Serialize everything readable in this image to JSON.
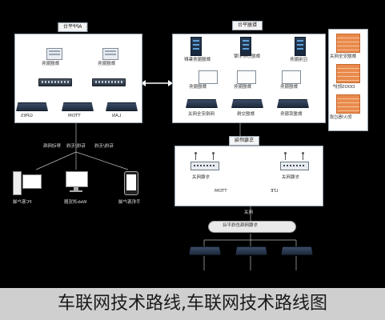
{
  "left_panel": {
    "title": "APP平台",
    "servers": [
      {
        "label": "数据服务"
      },
      {
        "label": "数据服务"
      }
    ],
    "protocols": [
      "GPRS",
      "TTDM",
      "LAN"
    ]
  },
  "right_panel": {
    "title": "数据平台",
    "servers": [
      {
        "label": "数据服务集群"
      },
      {
        "label": "数据分析引擎"
      },
      {
        "label": "应用服务"
      }
    ],
    "hosts": [
      {
        "label": "数据服务"
      },
      {
        "label": "数据服务"
      },
      {
        "label": "数据服务"
      }
    ],
    "bottom_labels": [
      "网络安全网关",
      "数据交换",
      "数据库服务"
    ]
  },
  "security": {
    "items": [
      "数据安全网关",
      "DDOS防护",
      "防火墙过滤"
    ]
  },
  "clients": {
    "links": [
      "移动网络",
      "有线/无线",
      "有线/无线"
    ],
    "devices": [
      "PC客户端",
      "Web浏览器",
      "手机客户端"
    ]
  },
  "gateway_panel": {
    "title": "车载终端",
    "gateways": [
      "车载网关",
      "车载网关"
    ],
    "links": [
      "TTDM",
      "LTE"
    ]
  },
  "bus": {
    "label": "车载网络总线平台",
    "top_label": "网关"
  },
  "caption": "车联网技术路线,车联网技术路线图"
}
